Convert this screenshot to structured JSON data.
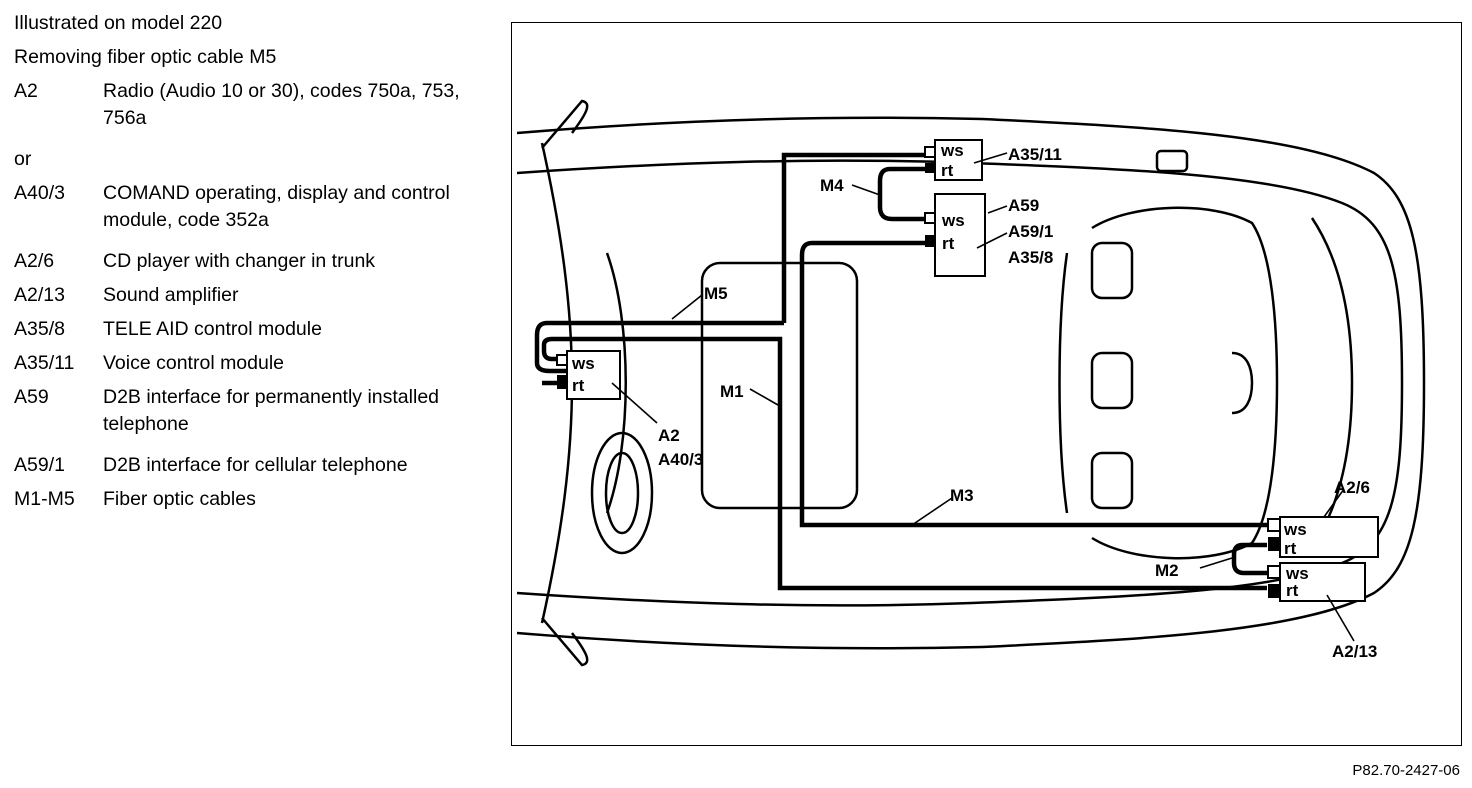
{
  "header": {
    "line1": "Illustrated on model 220",
    "line2": "Removing fiber optic cable M5"
  },
  "legend": [
    {
      "code": "A2",
      "desc": "Radio (Audio 10 or 30), codes 750a, 753, 756a"
    },
    {
      "code": "",
      "desc": "or"
    },
    {
      "code": "A40/3",
      "desc": "COMAND operating, display and control module, code 352a"
    },
    {
      "code": "A2/6",
      "desc": "CD player with changer in trunk"
    },
    {
      "code": "A2/13",
      "desc": "Sound amplifier"
    },
    {
      "code": "A35/8",
      "desc": "TELE AID control module"
    },
    {
      "code": "A35/11",
      "desc": "Voice control module"
    },
    {
      "code": "A59",
      "desc": "D2B interface for permanently installed telephone"
    },
    {
      "code": "A59/1",
      "desc": "D2B interface for cellular telephone"
    },
    {
      "code": "M1-M5",
      "desc": "Fiber optic cables"
    }
  ],
  "diagram": {
    "labels": {
      "a35_11": "A35/11",
      "a59": "A59",
      "a59_1": "A59/1",
      "a35_8": "A35/8",
      "m4": "M4",
      "m5": "M5",
      "m1": "M1",
      "m3": "M3",
      "m2": "M2",
      "a2": "A2",
      "a40_3": "A40/3",
      "a2_6": "A2/6",
      "a2_13": "A2/13"
    },
    "connector_top": "ws",
    "connector_bottom": "rt",
    "figure_ref": "P82.70-2427-06"
  }
}
